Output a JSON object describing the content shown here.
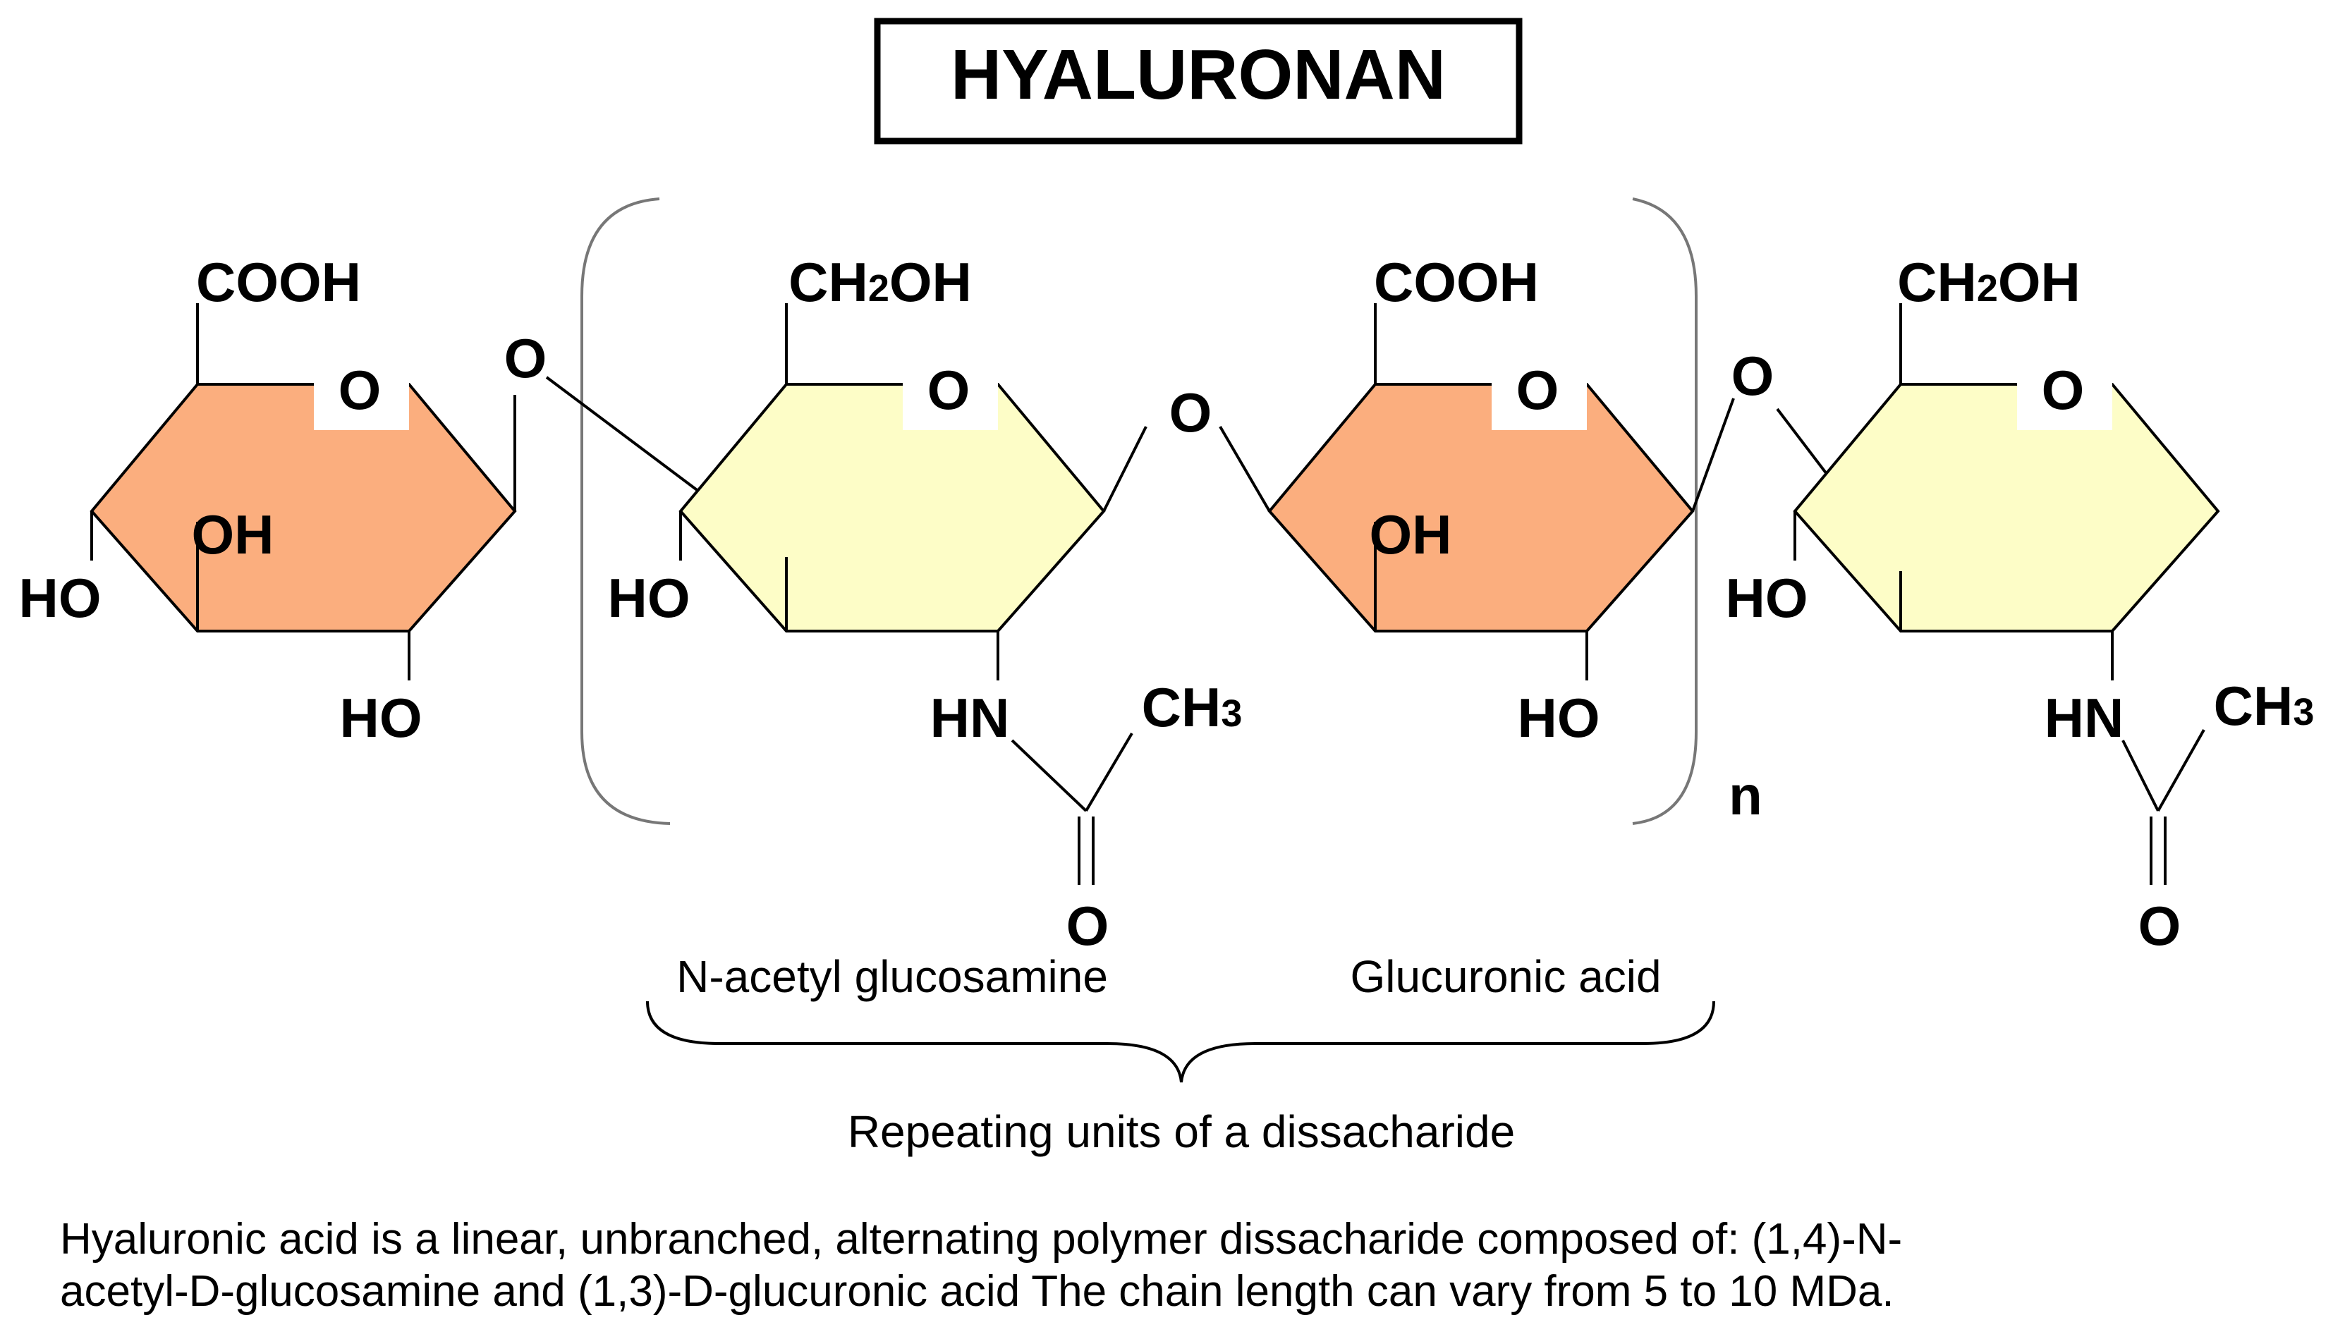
{
  "title": "HYALURONAN",
  "colors": {
    "glucuronic_ring": "#FBAE7E",
    "glucosamine_ring": "#FDFDC7",
    "bond": "#000000",
    "bracket": "#777777"
  },
  "rings": [
    {
      "name": "glucuronic-acid-terminal",
      "top_group": "COOH",
      "ring_oxygen": "O",
      "inner_group": "OH",
      "left_group": "HO",
      "bottom_group": "HO"
    },
    {
      "name": "glucosamine-repeat",
      "top_group": {
        "main": "CH",
        "sub": "2",
        "tail": "OH"
      },
      "ring_oxygen": "O",
      "left_group": "HO",
      "amine": "HN",
      "methyl": {
        "main": "CH",
        "sub": "3"
      },
      "carbonyl_oxygen": "O"
    },
    {
      "name": "glucuronic-acid-repeat",
      "top_group": "COOH",
      "ring_oxygen": "O",
      "inner_group": "OH",
      "bottom_group": "HO"
    },
    {
      "name": "glucosamine-terminal",
      "top_group": {
        "main": "CH",
        "sub": "2",
        "tail": "OH"
      },
      "ring_oxygen": "O",
      "left_group": "HO",
      "amine": "HN",
      "methyl": {
        "main": "CH",
        "sub": "3"
      },
      "carbonyl_oxygen": "O"
    }
  ],
  "bridges": [
    "O",
    "O",
    "O"
  ],
  "repeat_subscript": "n",
  "labels": {
    "glucosamine": "N-acetyl glucosamine",
    "glucuronic": "Glucuronic acid",
    "repeating_units": "Repeating units of a dissacharide"
  },
  "caption": [
    "Hyaluronic acid is a linear, unbranched, alternating polymer dissacharide composed of: (1,4)-N-",
    "acetyl-D-glucosamine and (1,3)-D-glucuronic acid  The chain length can vary from 5 to 10 MDa."
  ]
}
